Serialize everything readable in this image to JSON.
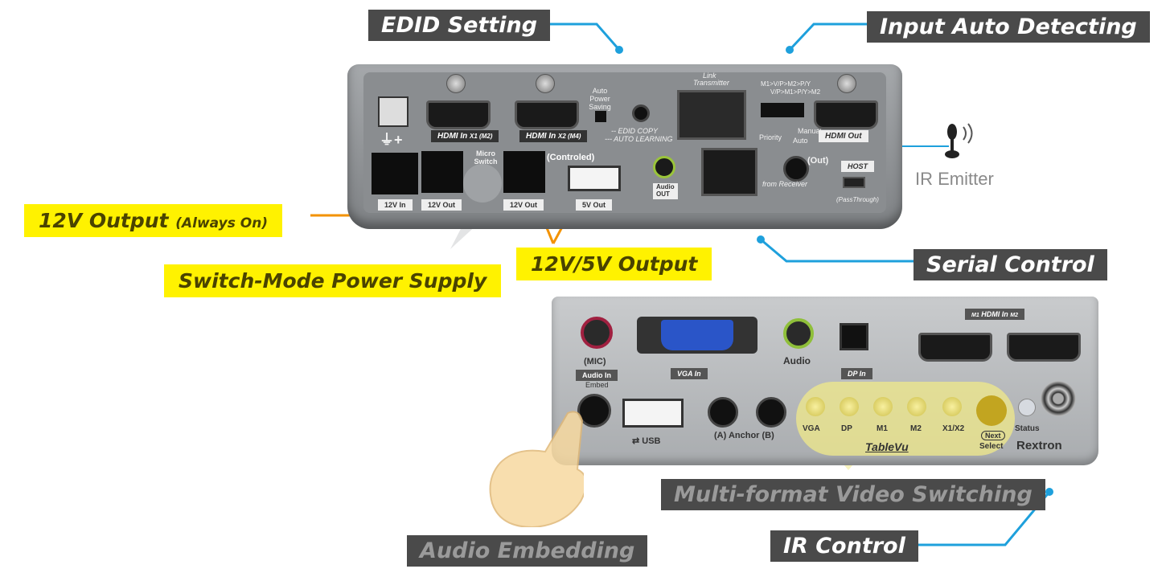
{
  "callouts": {
    "edid_setting": "EDID Setting",
    "input_auto_detecting": "Input Auto Detecting",
    "output_12v": "12V Output",
    "output_12v_note": "(Always On)",
    "switch_mode_power_supply": "Switch-Mode Power Supply",
    "output_12v_5v": "12V/5V Output",
    "serial_control": "Serial Control",
    "multi_format_video_switching": "Multi-format Video Switching",
    "audio_embedding": "Audio Embedding",
    "ir_control": "IR Control",
    "ir_emitter": "IR Emitter"
  },
  "top_panel": {
    "hdmi_in_1": "HDMI In",
    "hdmi_in_1_sub": "X1 (M2)",
    "hdmi_in_2": "HDMI In",
    "hdmi_in_2_sub": "X2 (M4)",
    "auto_power_saving": "Auto Power Saving",
    "edid_copy": "EDID COPY",
    "auto_learning": "AUTO LEARNING",
    "link": "Link",
    "transmitter": "Transmitter",
    "priority_line_1": "M1>V/P>M2>P/Y",
    "priority_line_2": "V/P>M1>P/Y>M2",
    "priority": "Priority",
    "manual": "Manual",
    "auto": "Auto",
    "hdmi_out": "HDMI Out",
    "out": "(Out)",
    "from_receiver": "from Receiver",
    "micro_switch": "Micro Switch",
    "controled": "(Controled)",
    "audio_out_1": "Audio",
    "audio_out_2": "OUT",
    "host": "HOST",
    "pass_through": "(PassThrough)",
    "v12_in": "12V In",
    "v12_out_1": "12V Out",
    "v12_out_2": "12V Out",
    "v5_out": "5V Out",
    "power_sign": "+"
  },
  "bottom_panel": {
    "mic": "(MIC)",
    "audio_in": "Audio In",
    "embed": "Embed",
    "vga_in": "VGA In",
    "audio": "Audio",
    "dp_in": "DP In",
    "hdmi_in": "HDMI In",
    "m1": "M1",
    "m2": "M2",
    "anchor": "Anchor",
    "anchor_a": "A",
    "anchor_b": "B",
    "sel_vga": "VGA",
    "sel_dp": "DP",
    "sel_m1": "M1",
    "sel_m2": "M2",
    "sel_x1x2": "X1/X2",
    "next": "Next",
    "select": "Select",
    "status": "Status",
    "brand": "Rextron",
    "product": "TableVu"
  },
  "colors": {
    "callout_dark": "#4a4a4a",
    "callout_yellow": "#fff200",
    "connector_blue": "#1ea0dc",
    "connector_orange": "#f39200",
    "led_yellow": "#e8e07a"
  }
}
